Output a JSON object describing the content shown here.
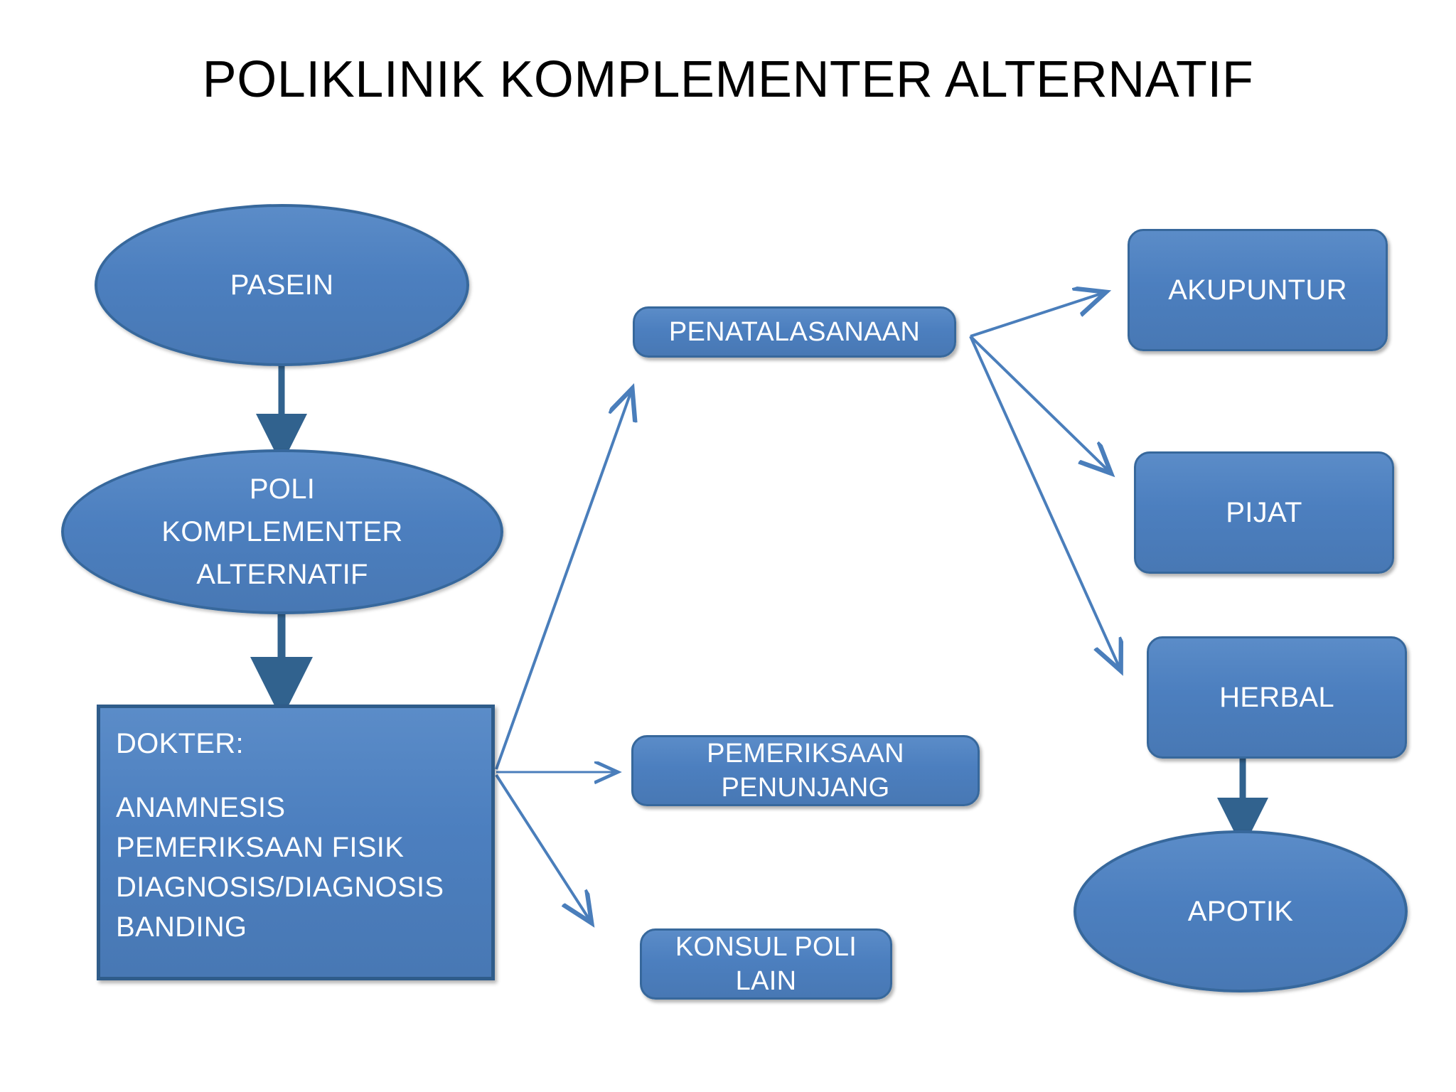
{
  "page": {
    "title": "POLIKLINIK KOMPLEMENTER ALTERNATIF",
    "background_color": "#FFFFFF"
  },
  "theme": {
    "node_fill": "#4F81BD",
    "node_border": "#37689C",
    "node_text": "#FFFFFF",
    "title_text": "#000000",
    "arrow_thin": "#4A7EBB",
    "arrow_thick": "#31628E"
  },
  "diagram": {
    "type": "flowchart",
    "nodes": [
      {
        "id": "pasein",
        "shape": "ellipse",
        "label": "PASEIN"
      },
      {
        "id": "poli",
        "shape": "ellipse",
        "label_line1": "POLI",
        "label_line2": "KOMPLEMENTER",
        "label_line3": "ALTERNATIF"
      },
      {
        "id": "dokter",
        "shape": "rectangle",
        "heading": "DOKTER:",
        "line1": "ANAMNESIS",
        "line2": "PEMERIKSAAN FISIK",
        "line3": "DIAGNOSIS/DIAGNOSIS",
        "line4": "BANDING"
      },
      {
        "id": "penatalasanaan",
        "shape": "rounded-rectangle",
        "label": "PENATALASANAAN"
      },
      {
        "id": "pemeriksaan",
        "shape": "rounded-rectangle",
        "label_line1": "PEMERIKSAAN",
        "label_line2": "PENUNJANG"
      },
      {
        "id": "konsul",
        "shape": "rounded-rectangle",
        "label_line1": "KONSUL POLI",
        "label_line2": "LAIN"
      },
      {
        "id": "akupuntur",
        "shape": "rounded-rectangle",
        "label": "AKUPUNTUR"
      },
      {
        "id": "pijat",
        "shape": "rounded-rectangle",
        "label": "PIJAT"
      },
      {
        "id": "herbal",
        "shape": "rounded-rectangle",
        "label": "HERBAL"
      },
      {
        "id": "apotik",
        "shape": "ellipse",
        "label": "APOTIK"
      }
    ],
    "edges": [
      {
        "from": "pasein",
        "to": "poli",
        "style": "thick-down"
      },
      {
        "from": "poli",
        "to": "dokter",
        "style": "thick-down"
      },
      {
        "from": "dokter",
        "to": "penatalasanaan",
        "style": "thin-up-right"
      },
      {
        "from": "dokter",
        "to": "pemeriksaan",
        "style": "thin-right"
      },
      {
        "from": "dokter",
        "to": "konsul",
        "style": "thin-down-right"
      },
      {
        "from": "penatalasanaan",
        "to": "akupuntur",
        "style": "thin-up-right"
      },
      {
        "from": "penatalasanaan",
        "to": "pijat",
        "style": "thin-down-right"
      },
      {
        "from": "penatalasanaan",
        "to": "herbal",
        "style": "thin-down-right"
      },
      {
        "from": "herbal",
        "to": "apotik",
        "style": "thick-down"
      }
    ]
  }
}
